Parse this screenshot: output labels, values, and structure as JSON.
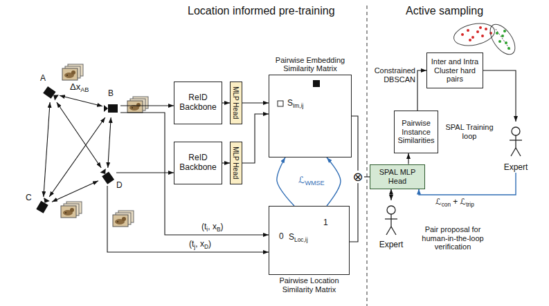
{
  "diagram": {
    "nodes": [
      {
        "text": [
          "A"
        ]
      },
      {
        "text": [
          "B"
        ]
      },
      {
        "text": [
          "C"
        ]
      },
      {
        "text": [
          "D"
        ]
      },
      {
        "text": [
          "ReID Backbone"
        ]
      },
      {
        "text": [
          "MLP Head"
        ]
      },
      {
        "text": [
          "ReID Backbone"
        ]
      },
      {
        "text": [
          "MLP Head"
        ]
      },
      {
        "text": [
          "Pairwise Embedding Similarity Matrix",
          "S",
          "Im,ij"
        ]
      },
      {
        "text": [
          "Pairwise Location Similarity Matrix",
          "S",
          "Loc,ij"
        ]
      },
      {
        "text": [
          "⊗"
        ]
      },
      {
        "text": [
          "SPAL MLP Head"
        ]
      },
      {
        "text": [
          "Pairwise Instance Similarities"
        ]
      },
      {
        "text": [
          "Inter and Intra Cluster hard pairs"
        ]
      },
      {
        "text": [
          "Expert"
        ]
      },
      {
        "text": [
          "Expert"
        ]
      }
    ],
    "edges": [
      {
        "from": 0,
        "to": 1,
        "arrow": "both"
      },
      {
        "from": 0,
        "to": 2,
        "arrow": "both"
      },
      {
        "from": 0,
        "to": 3,
        "arrow": "both"
      },
      {
        "from": 1,
        "to": 2,
        "arrow": "both"
      },
      {
        "from": 1,
        "to": 3,
        "arrow": "both"
      },
      {
        "from": 2,
        "to": 3,
        "arrow": "both"
      },
      {
        "from": 1,
        "to": 4,
        "arrow": "to"
      },
      {
        "from": 1,
        "to": 9,
        "arrow": "to"
      },
      {
        "from": 3,
        "to": 6,
        "arrow": "to"
      },
      {
        "from": 3,
        "to": 9,
        "arrow": "to"
      },
      {
        "from": 4,
        "to": 5,
        "arrow": "to"
      },
      {
        "from": 6,
        "to": 7,
        "arrow": "to"
      },
      {
        "from": 5,
        "to": 8,
        "arrow": "to"
      },
      {
        "from": 7,
        "to": 8,
        "arrow": "to"
      },
      {
        "from": 9,
        "to": 8,
        "arrow": "to"
      },
      {
        "from": 9,
        "to": 8,
        "arrow": "to"
      },
      {
        "from": 8,
        "to": 10,
        "arrow": "none"
      },
      {
        "from": 9,
        "to": 10,
        "arrow": "none"
      },
      {
        "from": 10,
        "to": 11,
        "arrow": "none"
      },
      {
        "from": 11,
        "to": 12,
        "arrow": "to"
      },
      {
        "from": 12,
        "to": 13,
        "label": "Constrained DBSCAN",
        "arrow": "to"
      },
      {
        "from": 13,
        "to": 14,
        "arrow": "to"
      },
      {
        "from": 14,
        "to": 11,
        "arrow": "to"
      },
      {
        "from": 11,
        "to": 15,
        "arrow": "both"
      }
    ],
    "labels": [
      "Location informed pre-training",
      "Active sampling",
      "Δx",
      "AB",
      "ℒ",
      "WMSE",
      "1",
      "0",
      "(t",
      "i",
      ", x",
      "B",
      ")",
      "(t",
      "j",
      ", x",
      "D",
      ")",
      "SPAL Training loop",
      "ℒ",
      "con",
      "+ ℒ",
      "trip",
      "Pair proposal for human-in-the-loop verification"
    ]
  }
}
